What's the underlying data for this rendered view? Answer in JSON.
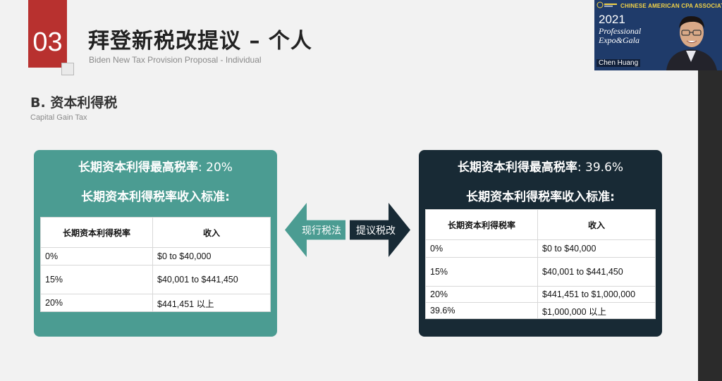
{
  "slide": {
    "number": "03",
    "title": "拜登新税改提议 – 个人",
    "subtitle": "Biden New Tax Provision Proposal - Individual",
    "section_title": "B. 资本利得税",
    "section_subtitle": "Capital Gain Tax"
  },
  "current": {
    "top_rate_label": "长期资本利得最高税率",
    "top_rate_value": ": 20%",
    "threshold_title": "长期资本利得税率收入标准:",
    "headers": [
      "长期资本利得税率",
      "收入"
    ],
    "rows": [
      [
        "0%",
        "$0 to $40,000"
      ],
      [
        "15%",
        "$40,001 to $441,450"
      ],
      [
        "20%",
        "$441,451 以上"
      ]
    ]
  },
  "proposed": {
    "top_rate_label": "长期资本利得最高税率",
    "top_rate_value": ": 39.6%",
    "threshold_title": "长期资本利得税率收入标准:",
    "headers": [
      "长期资本利得税率",
      "收入"
    ],
    "rows": [
      [
        "0%",
        "$0 to $40,000"
      ],
      [
        "15%",
        "$40,001 to $441,450"
      ],
      [
        "20%",
        "$441,451 to $1,000,000"
      ],
      [
        "39.6%",
        "$1,000,000 以上"
      ]
    ]
  },
  "arrows": {
    "left_label": "现行税法",
    "right_label": "提议税改"
  },
  "video": {
    "banner": "CHINESE AMERICAN CPA ASSOCIATION",
    "year": "2021",
    "expo_line1": "Professional",
    "expo_line2": "Expo&Gala",
    "speaker_name": "Chen Huang"
  },
  "colors": {
    "accent_red": "#b8312f",
    "teal": "#4b9c92",
    "navy": "#182a35"
  }
}
